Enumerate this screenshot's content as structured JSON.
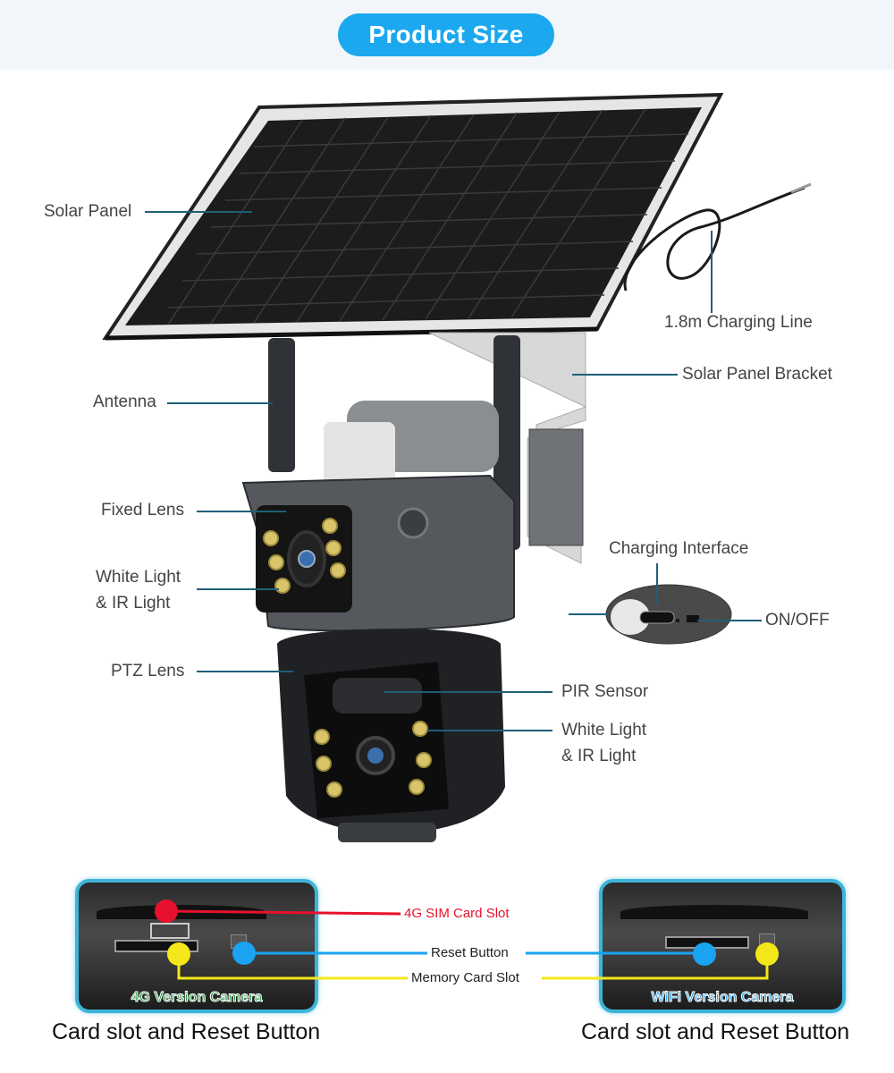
{
  "header": {
    "title": "Product Size",
    "accent_color": "#1ba8ef"
  },
  "callouts": {
    "solar_panel": "Solar Panel",
    "charging_line": "1.8m Charging Line",
    "bracket": "Solar Panel Bracket",
    "antenna": "Antenna",
    "fixed_lens": "Fixed Lens",
    "white_light_top_1": "White Light",
    "white_light_top_2": "& IR Light",
    "charging_interface": "Charging Interface",
    "on_off": "ON/OFF",
    "ptz_lens": "PTZ Lens",
    "pir_sensor": "PIR Sensor",
    "white_light_bottom_1": "White Light",
    "white_light_bottom_2": "& IR Light"
  },
  "slots": {
    "sim_slot": {
      "label": "4G SIM Card Slot",
      "color": "#e8112d"
    },
    "reset_button": {
      "label": "Reset Button",
      "color": "#1aa3f0"
    },
    "memory_slot": {
      "label": "Memory Card Slot",
      "color": "#f5e81a"
    },
    "left_badge": {
      "label": "4G Version Camera",
      "color": "#1e9b3c"
    },
    "right_badge": {
      "label": "WiFi Version Camera",
      "color": "#1aa3f0"
    },
    "left_caption": "Card slot and Reset Button",
    "right_caption": "Card slot and Reset Button"
  }
}
